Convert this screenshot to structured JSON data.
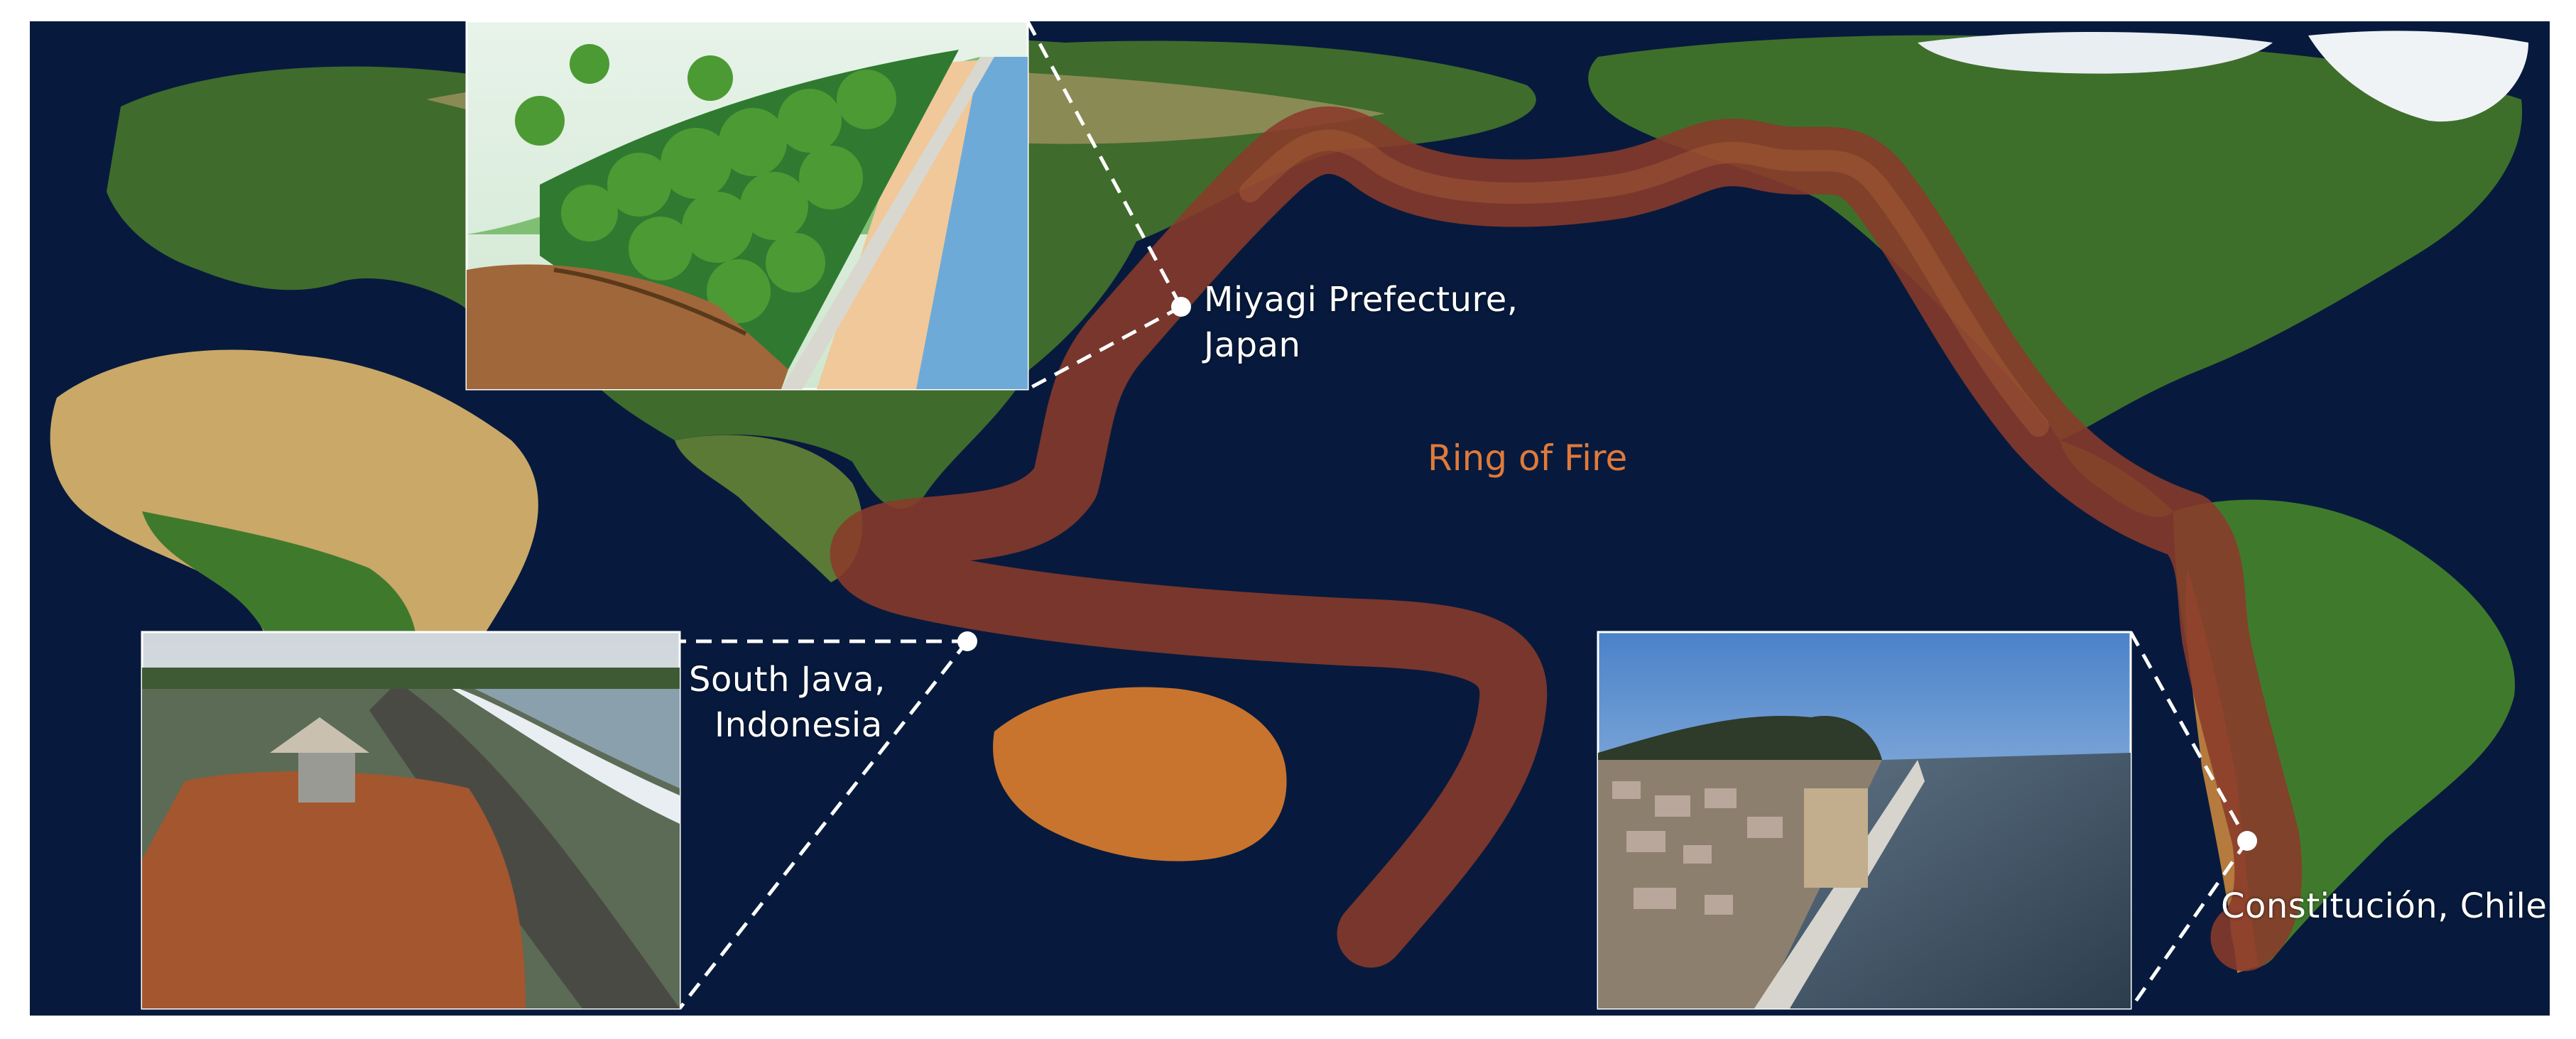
{
  "map_title_label": "Ring of Fire",
  "colors": {
    "ocean": "#071a3d",
    "ring": "#8a3a2a",
    "ring_label": "#e07a3a",
    "site_marker": "#ffffff",
    "callout_line": "#ffffff"
  },
  "sites": [
    {
      "id": "miyagi",
      "label_lines": [
        "Miyagi Prefecture,",
        "Japan"
      ],
      "photo": "illustration of coastal forest belt with seawall"
    },
    {
      "id": "south-java",
      "label_lines": [
        "South Java,",
        "Indonesia"
      ],
      "photo": "aerial photo of vegetated mound by beach"
    },
    {
      "id": "constitucion",
      "label_lines": [
        "Constitución, Chile"
      ],
      "photo": "aerial photo of coastal town with seawall"
    }
  ]
}
